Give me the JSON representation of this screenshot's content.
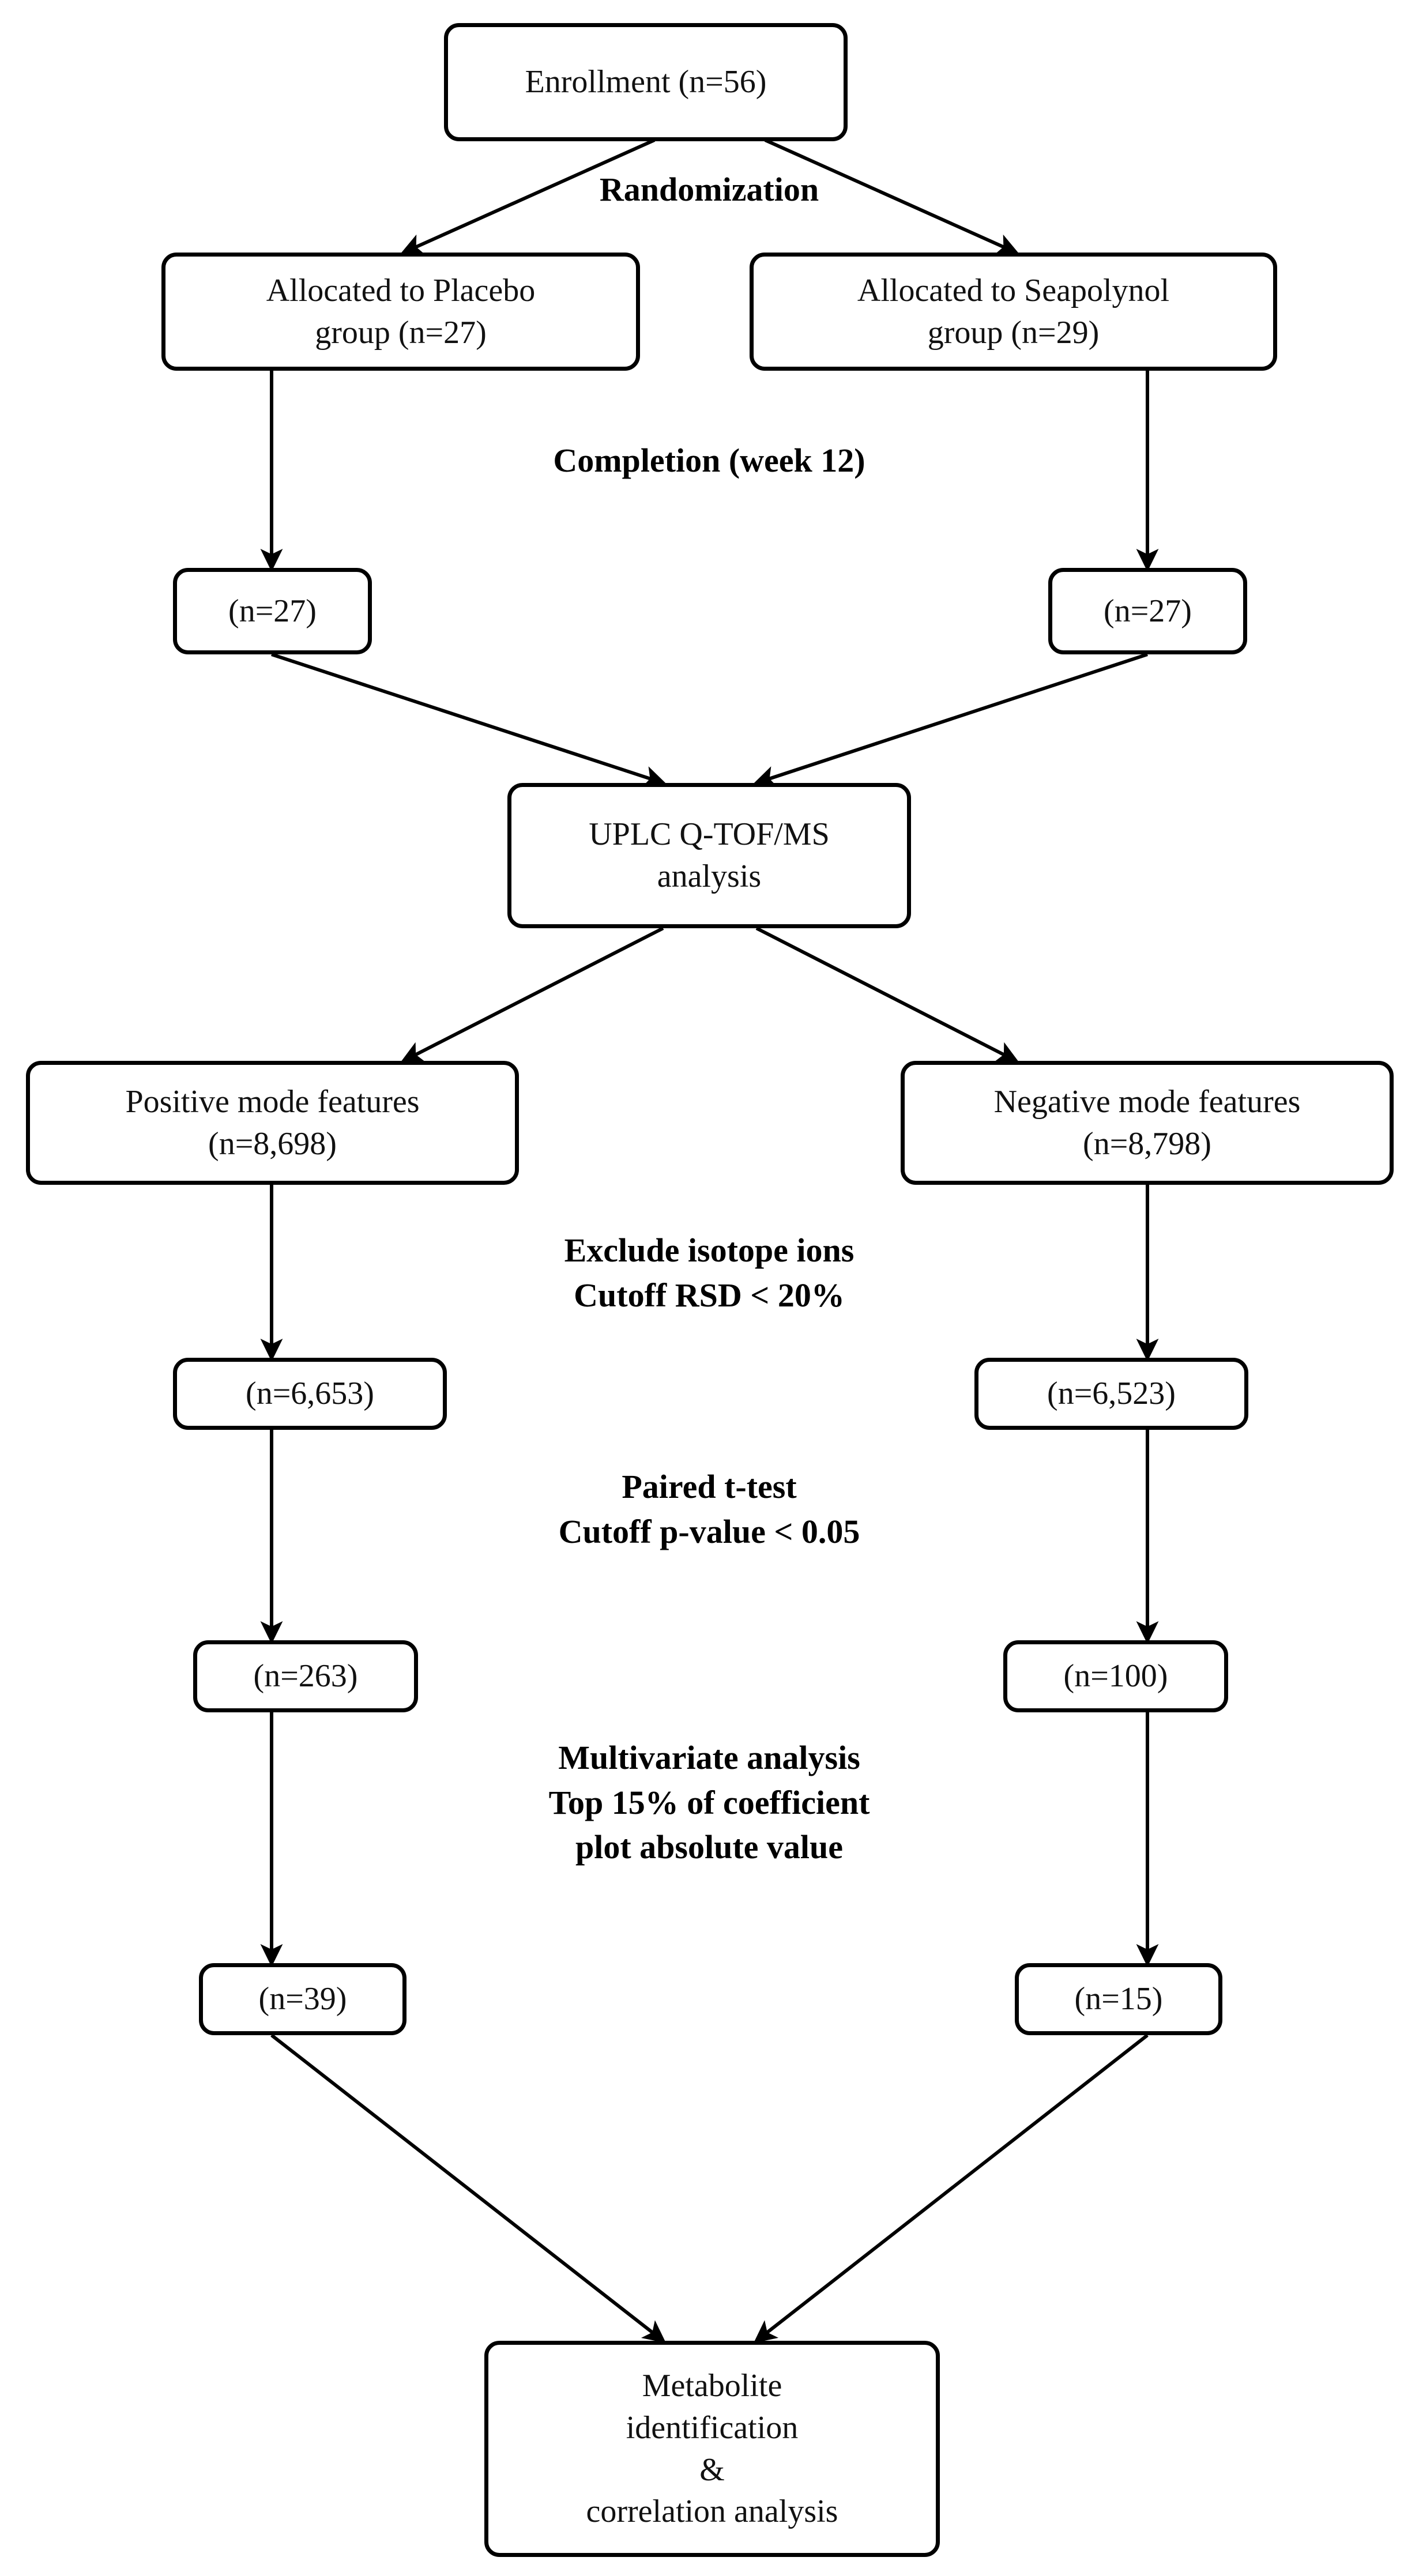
{
  "figure": {
    "kind": "clinical-trial-metabolomics-flowchart",
    "background_color": "#ffffff",
    "line_color": "#000000",
    "text_color": "#111111"
  },
  "nodes": {
    "enrollment": {
      "lines": [
        "Enrollment (n=56)"
      ]
    },
    "alloc_placebo": {
      "lines": [
        "Allocated to Placebo",
        "group (n=27)"
      ]
    },
    "alloc_seapolynol": {
      "lines": [
        "Allocated to Seapolynol",
        "group (n=29)"
      ]
    },
    "completed_placebo": {
      "lines": [
        "(n=27)"
      ]
    },
    "completed_seapolynol": {
      "lines": [
        "(n=27)"
      ]
    },
    "uplc": {
      "lines": [
        "UPLC Q-TOF/MS",
        "analysis"
      ]
    },
    "positive_features": {
      "lines": [
        "Positive mode features",
        "(n=8,698)"
      ]
    },
    "negative_features": {
      "lines": [
        "Negative mode features",
        "(n=8,798)"
      ]
    },
    "positive_rsd": {
      "lines": [
        "(n=6,653)"
      ]
    },
    "negative_rsd": {
      "lines": [
        "(n=6,523)"
      ]
    },
    "positive_ttest": {
      "lines": [
        "(n=263)"
      ]
    },
    "negative_ttest": {
      "lines": [
        "(n=100)"
      ]
    },
    "positive_final": {
      "lines": [
        "(n=39)"
      ]
    },
    "negative_final": {
      "lines": [
        "(n=15)"
      ]
    },
    "metabolite": {
      "lines": [
        "Metabolite",
        "identification",
        "&",
        "correlation analysis"
      ]
    }
  },
  "labels": {
    "randomization": {
      "lines": [
        "Randomization"
      ]
    },
    "completion": {
      "lines": [
        "Completion (week 12)"
      ]
    },
    "isotope_filter": {
      "lines": [
        "Exclude isotope ions",
        "Cutoff RSD < 20%"
      ]
    },
    "ttest_filter": {
      "lines": [
        "Paired t-test",
        "Cutoff p-value < 0.05"
      ]
    },
    "multivariate_filter": {
      "lines": [
        "Multivariate analysis",
        "Top 15% of coefficient",
        "plot absolute value"
      ]
    }
  }
}
